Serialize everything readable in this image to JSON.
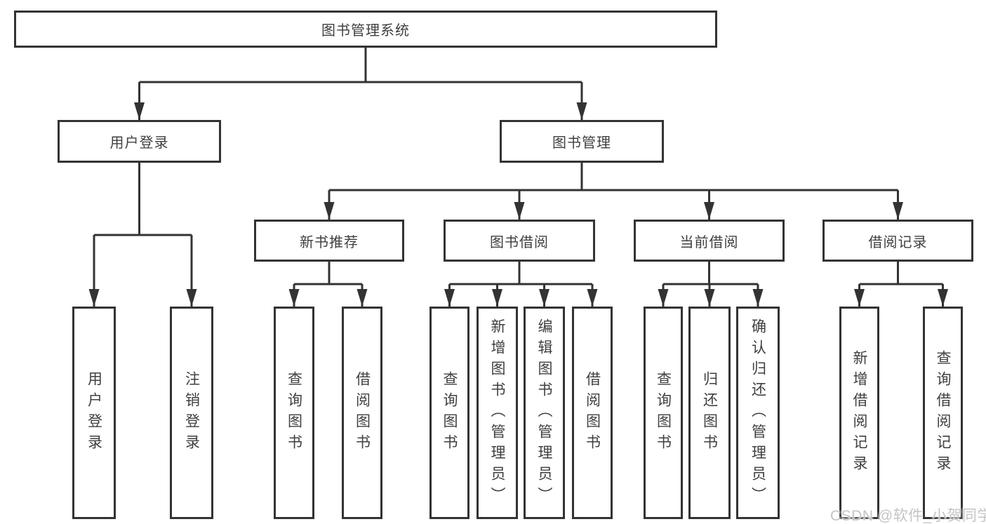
{
  "tree": {
    "label": "图书管理系统",
    "children": [
      {
        "label": "用户登录",
        "children": [
          {
            "label": "用户登录"
          },
          {
            "label": "注销登录"
          }
        ]
      },
      {
        "label": "图书管理",
        "children": [
          {
            "label": "新书推荐",
            "children": [
              {
                "label": "查询图书"
              },
              {
                "label": "借阅图书"
              }
            ]
          },
          {
            "label": "图书借阅",
            "children": [
              {
                "label": "查询图书"
              },
              {
                "label": "新增图书（管理员）"
              },
              {
                "label": "编辑图书（管理员）"
              },
              {
                "label": "借阅图书"
              }
            ]
          },
          {
            "label": "当前借阅",
            "children": [
              {
                "label": "查询图书"
              },
              {
                "label": "归还图书"
              },
              {
                "label": "确认归还（管理员）"
              }
            ]
          },
          {
            "label": "借阅记录",
            "children": [
              {
                "label": "新增借阅记录"
              },
              {
                "label": "查询借阅记录"
              }
            ]
          }
        ]
      }
    ]
  },
  "watermark": "CSDN @软件_小贺同学",
  "colors": {
    "line": "#333333",
    "text": "#3f3f3f",
    "background": "#ffffff",
    "watermark": "#c4c4c4"
  }
}
